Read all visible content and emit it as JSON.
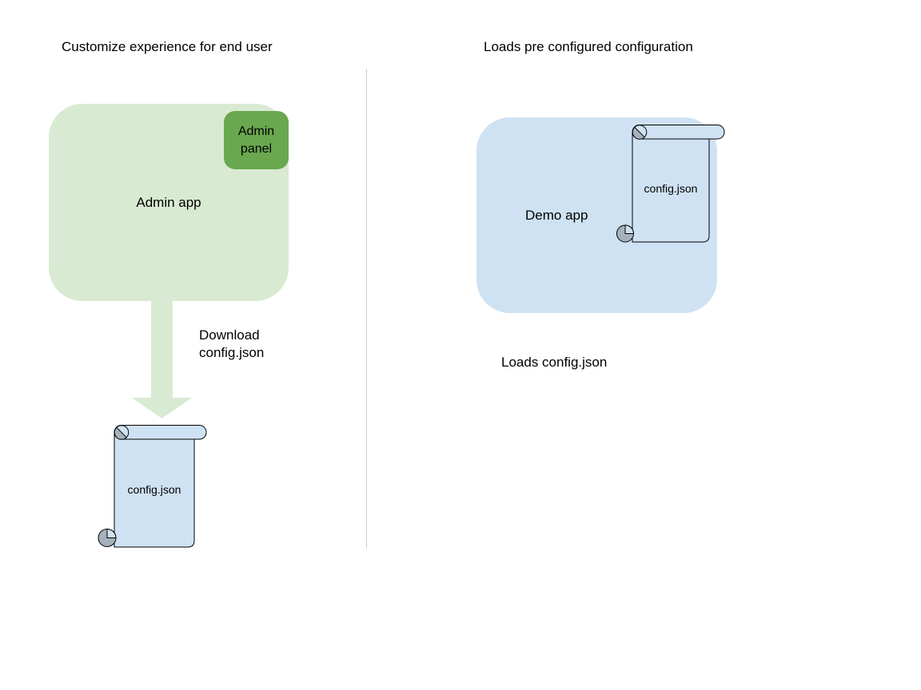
{
  "colors": {
    "light-green": "#d9ead3",
    "dark-green": "#6aa84f",
    "light-blue": "#cfe2f3",
    "curl-gray": "#a6b1bc",
    "divider-gray": "#9a9a9a",
    "text": "#000000"
  },
  "left_panel": {
    "title": "Customize experience for end user",
    "admin_app": {
      "label": "Admin app"
    },
    "admin_panel": {
      "line1": "Admin",
      "line2": "panel"
    },
    "download_arrow": {
      "line1": "Download",
      "line2": "config.json"
    },
    "config_scroll": {
      "label": "config.json"
    }
  },
  "right_panel": {
    "title": "Loads pre configured configuration",
    "demo_app": {
      "label": "Demo app"
    },
    "config_scroll": {
      "label": "config.json"
    },
    "caption": "Loads config.json"
  }
}
